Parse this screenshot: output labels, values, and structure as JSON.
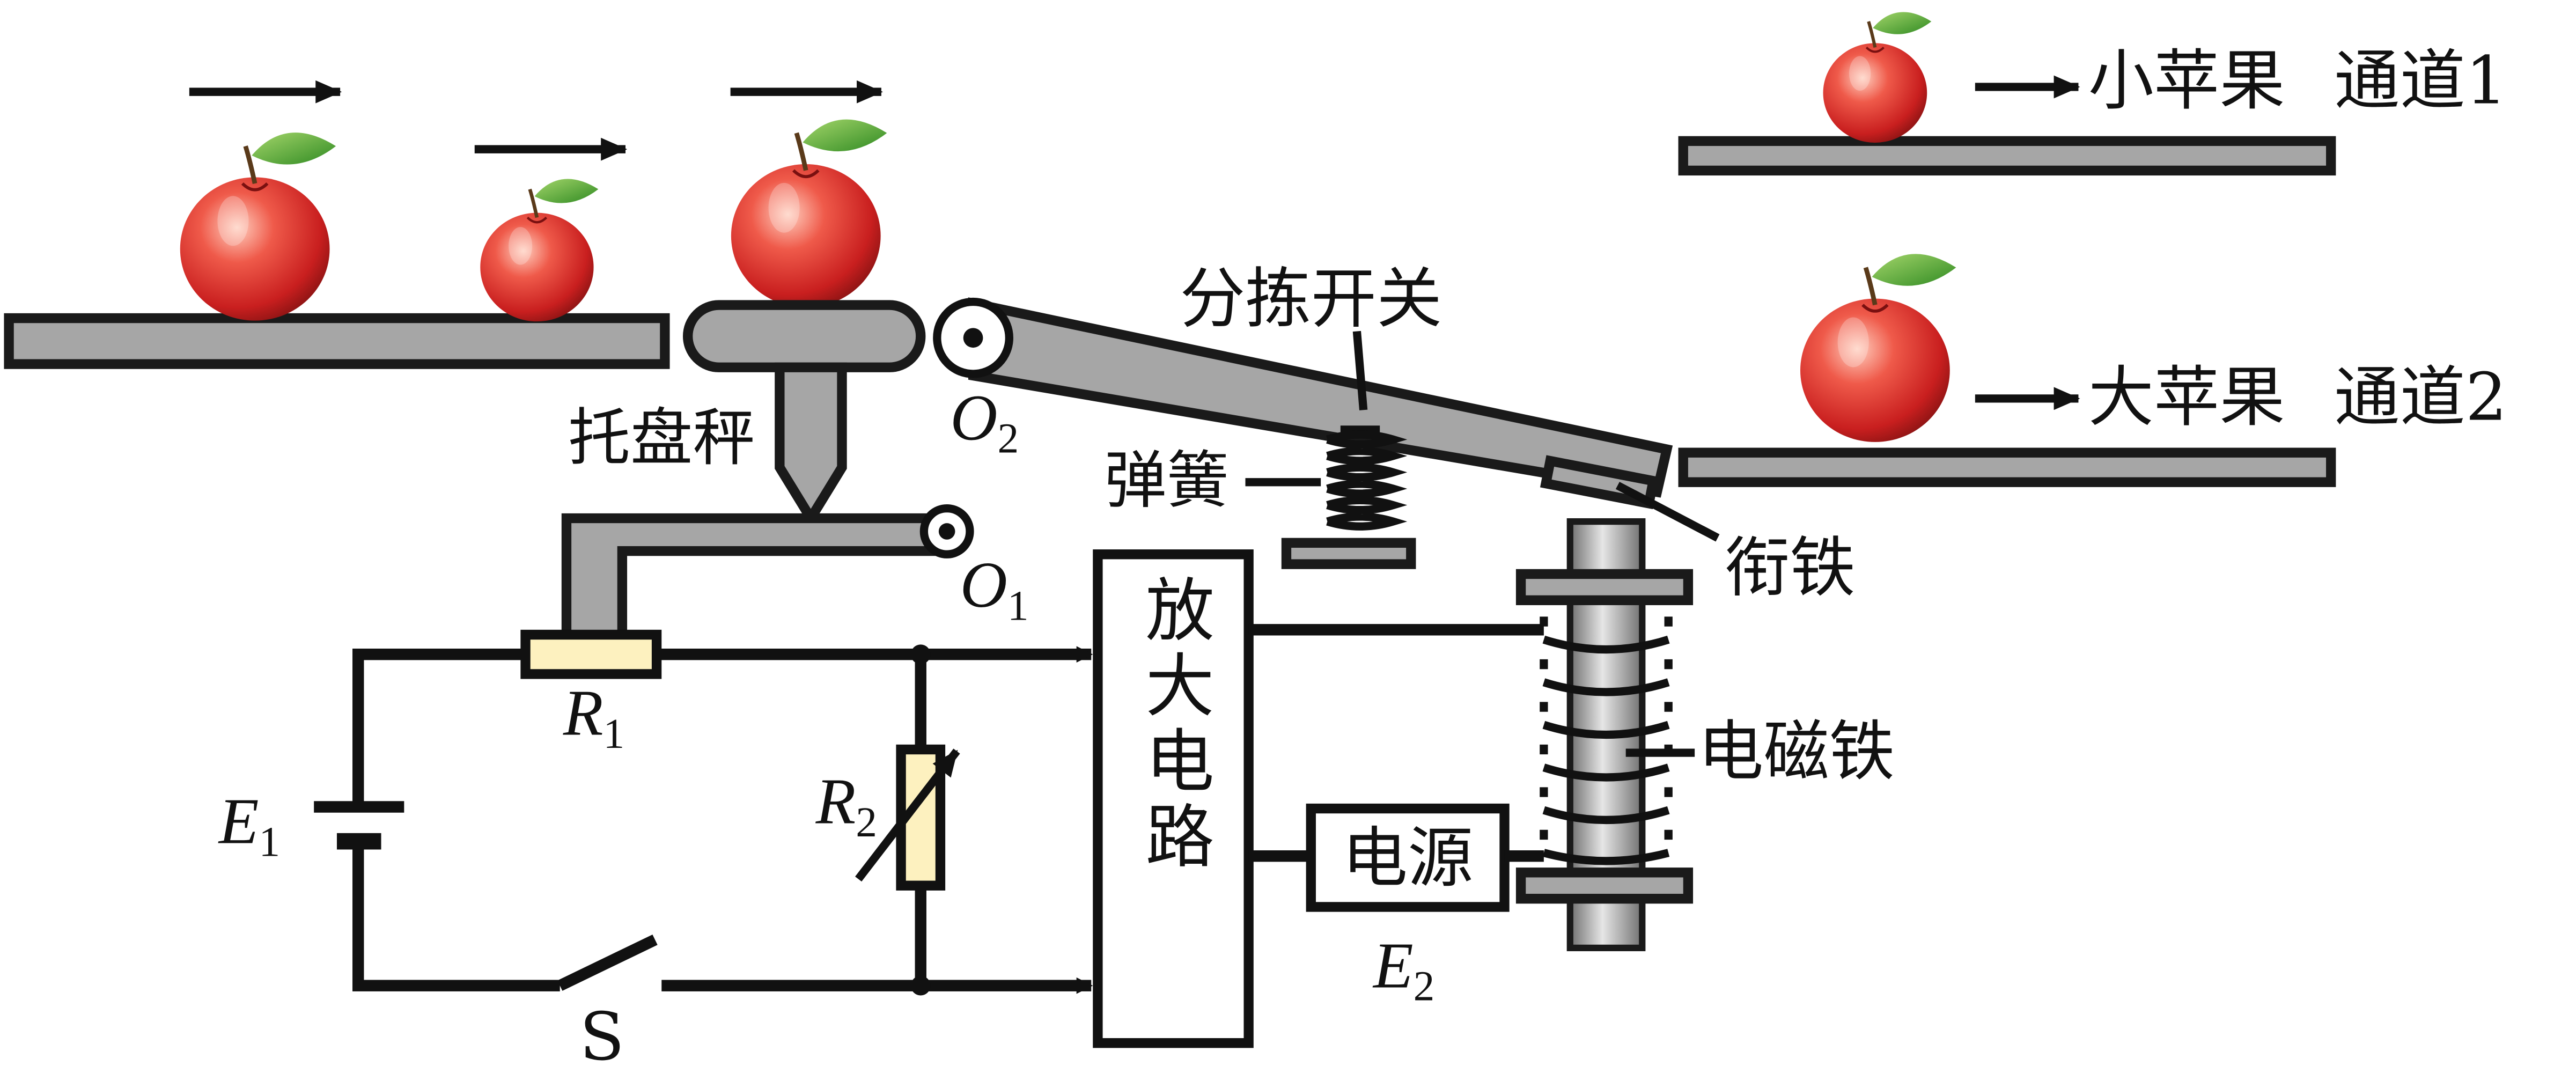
{
  "colors": {
    "plate_gray": "#a6a6a6",
    "resistor_fill": "#fdf1bf",
    "apple_red": "#d92b2b",
    "leaf_green": "#3d9a2c",
    "wire": "#111111"
  },
  "labels": {
    "tray_scale": "托盘秤",
    "sorting_switch": "分拣开关",
    "spring": "弹簧",
    "armature": "衔铁",
    "electromagnet": "电磁铁",
    "amplifier": "放大电路",
    "power_supply": "电源",
    "small_apple": "小苹果",
    "big_apple": "大苹果",
    "channel1": "通道1",
    "channel2": "通道2",
    "switch": "S"
  },
  "symbols": {
    "o1": {
      "base": "O",
      "sub": "1"
    },
    "o2": {
      "base": "O",
      "sub": "2"
    },
    "r1": {
      "base": "R",
      "sub": "1"
    },
    "r2": {
      "base": "R",
      "sub": "2"
    },
    "e1": {
      "base": "E",
      "sub": "1"
    },
    "e2": {
      "base": "E",
      "sub": "2"
    }
  }
}
